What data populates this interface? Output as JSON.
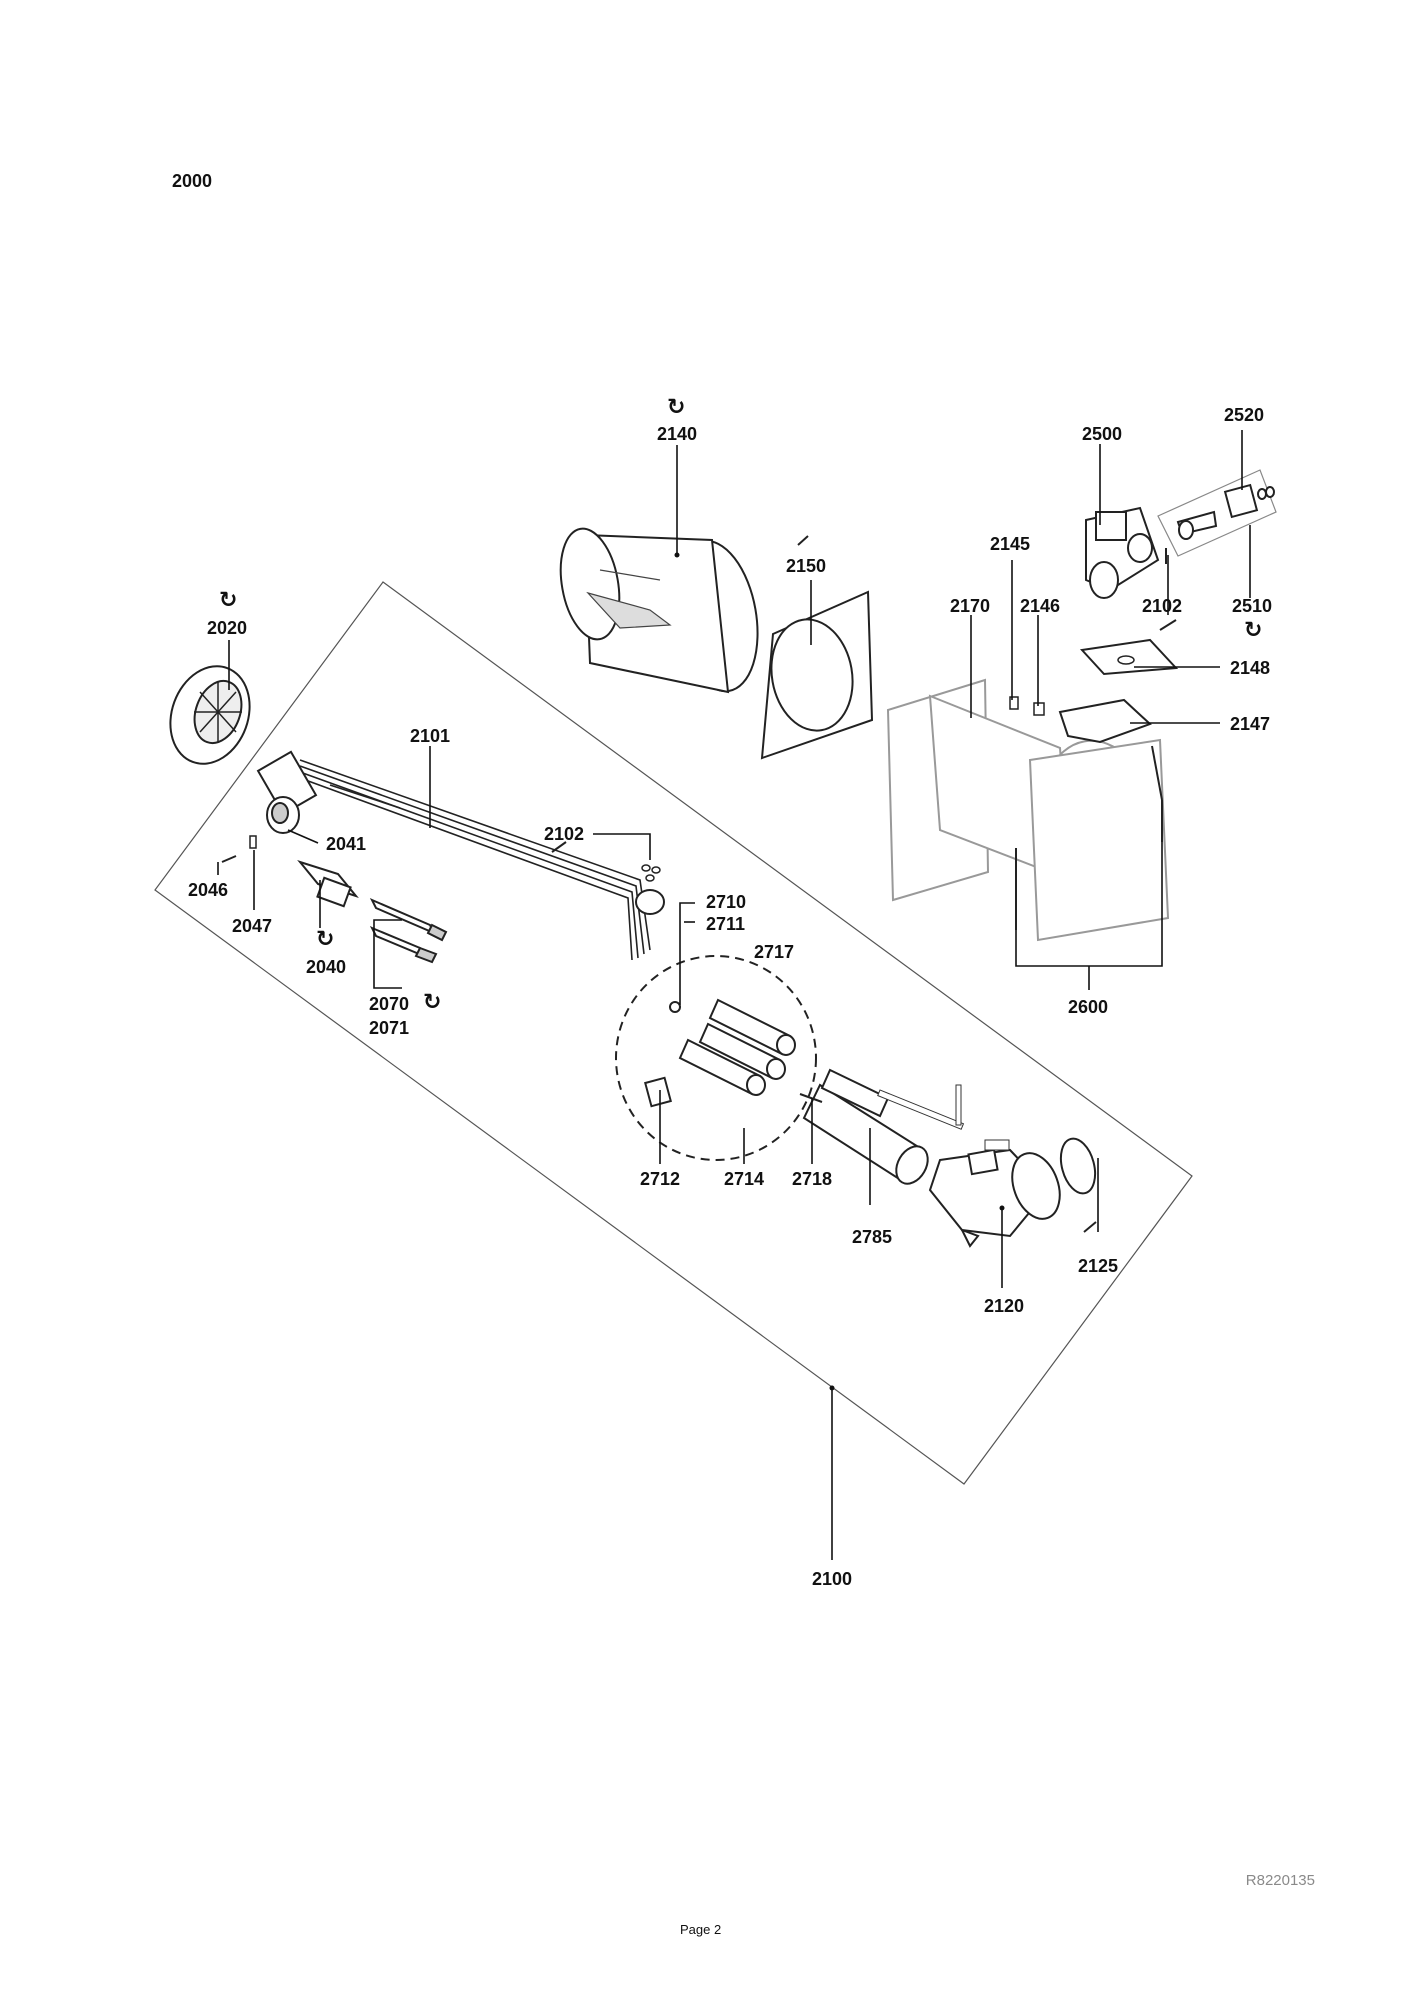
{
  "page": {
    "assembly_number": "2000",
    "drawing_code": "R8220135",
    "page_label": "Page 2"
  },
  "parts": {
    "p2140": "2140",
    "p2150": "2150",
    "p2020": "2020",
    "p2101": "2101",
    "p2041": "2041",
    "p2046": "2046",
    "p2047": "2047",
    "p2040": "2040",
    "p2102a": "2102",
    "p2070": "2070",
    "p2071": "2071",
    "p2710": "2710",
    "p2711": "2711",
    "p2717": "2717",
    "p2712": "2712",
    "p2714": "2714",
    "p2718": "2718",
    "p2785": "2785",
    "p2120": "2120",
    "p2125": "2125",
    "p2100": "2100",
    "p2500": "2500",
    "p2520": "2520",
    "p2145": "2145",
    "p2170": "2170",
    "p2146": "2146",
    "p2102b": "2102",
    "p2510": "2510",
    "p2148": "2148",
    "p2147": "2147",
    "p2600": "2600"
  },
  "symbols": {
    "rotation_marker": "rotate-arrows-icon"
  }
}
